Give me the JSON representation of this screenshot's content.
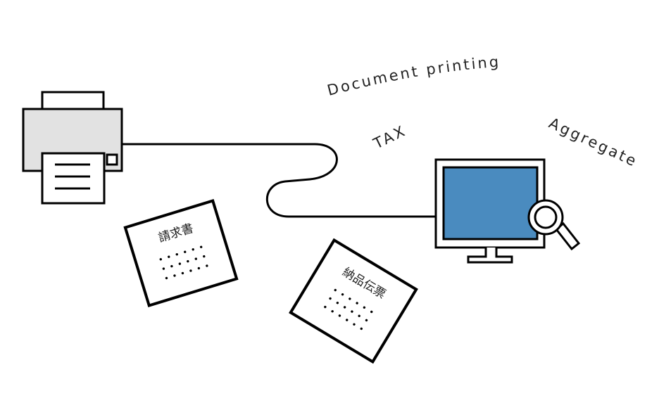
{
  "labels": {
    "document_printing": "Document printing",
    "tax": "TAX",
    "aggregate": "Aggregate"
  },
  "documents": [
    {
      "title": "請求書"
    },
    {
      "title": "納品伝票"
    }
  ],
  "colors": {
    "screen": "#4a8bbf",
    "printer_body": "#e2e2e2",
    "stroke": "#000000"
  },
  "icons": [
    "printer-icon",
    "monitor-icon",
    "magnifier-icon",
    "document-icon"
  ]
}
